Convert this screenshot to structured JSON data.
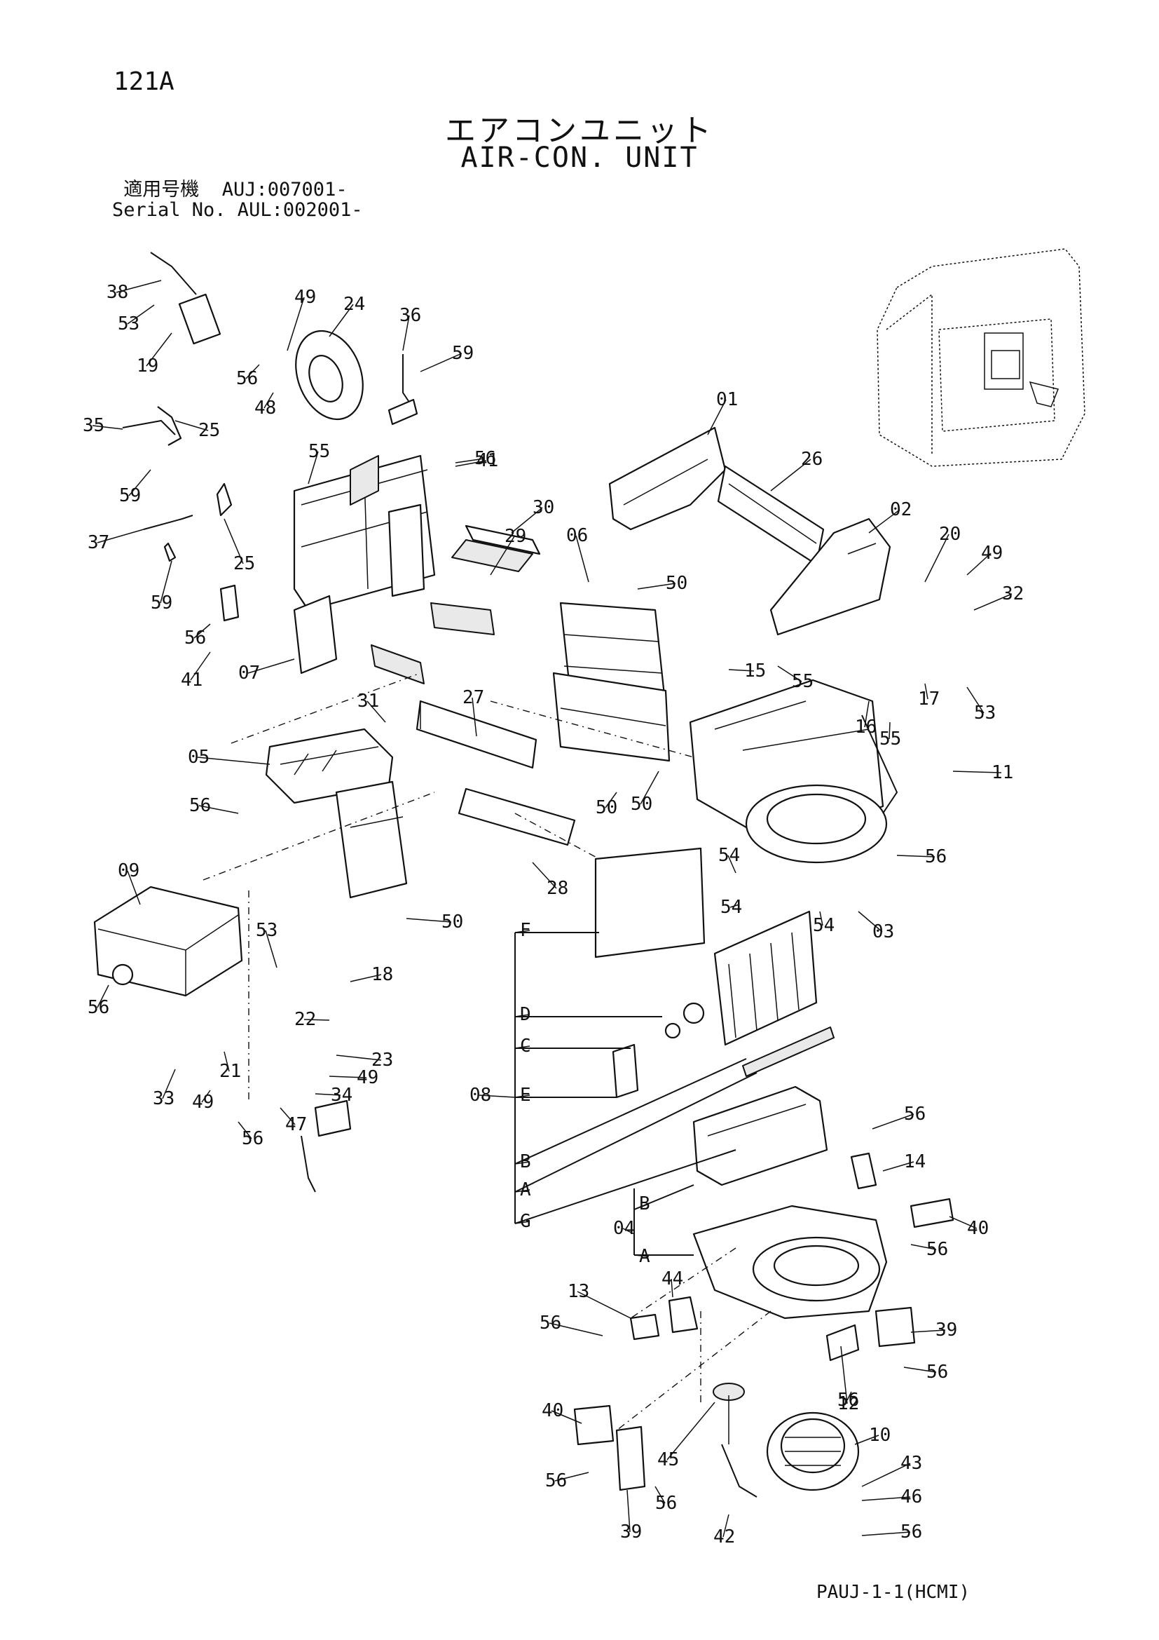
{
  "header": {
    "page_code": "121A",
    "title_jp": "エアコンユニット",
    "title_en": "AIR-CON. UNIT",
    "serial_line1": " 適用号機  AUJ:007001-",
    "serial_line2": "Serial No. AUL:002001-"
  },
  "footer": {
    "code": "PAUJ-1-1(HCMI)"
  },
  "part_labels": [
    "38",
    "53",
    "19",
    "49",
    "24",
    "36",
    "59",
    "56",
    "48",
    "25",
    "35",
    "59",
    "55",
    "56",
    "41",
    "25",
    "37",
    "30",
    "59",
    "56",
    "41",
    "07",
    "29",
    "06",
    "50",
    "01",
    "26",
    "02",
    "20",
    "49",
    "32",
    "15",
    "53",
    "55",
    "17",
    "16",
    "55",
    "27",
    "31",
    "05",
    "56",
    "50",
    "50",
    "11",
    "54",
    "56",
    "54",
    "54",
    "03",
    "09",
    "28",
    "50",
    "53",
    "18",
    "56",
    "22",
    "23",
    "33",
    "49",
    "21",
    "34",
    "49",
    "47",
    "56",
    "F",
    "D",
    "C",
    "E",
    "08",
    "B",
    "A",
    "G",
    "56",
    "14",
    "40",
    "04",
    "B",
    "A",
    "56",
    "44",
    "13",
    "56",
    "39",
    "40",
    "45",
    "12",
    "56",
    "56",
    "56",
    "10",
    "43",
    "46",
    "56",
    "42",
    "39",
    "56"
  ]
}
